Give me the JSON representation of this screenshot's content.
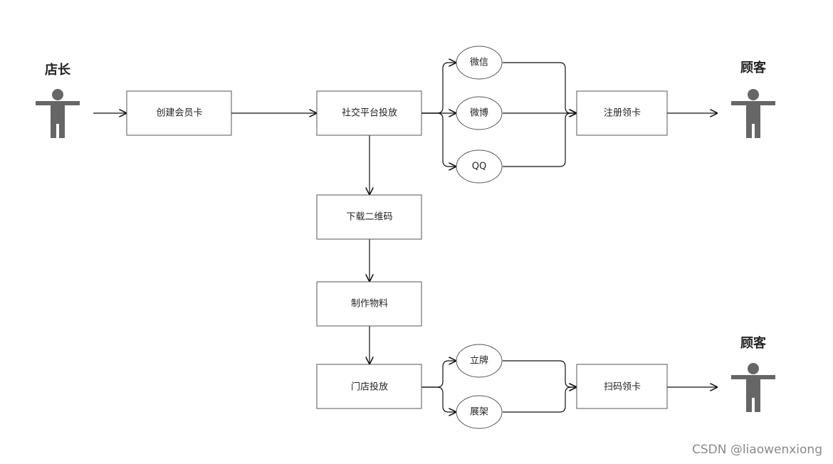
{
  "actors": {
    "owner": "店长",
    "customer_top": "顾客",
    "customer_bottom": "顾客"
  },
  "nodes": {
    "create_card": "创建会员卡",
    "social_post": "社交平台投放",
    "wechat": "微信",
    "weibo": "微博",
    "qq": "QQ",
    "register_card": "注册领卡",
    "download_qr": "下载二维码",
    "make_material": "制作物料",
    "store_post": "门店投放",
    "stand_sign": "立牌",
    "display_rack": "展架",
    "scan_card": "扫码领卡"
  },
  "watermark": "CSDN @liaowenxiong",
  "colors": {
    "actor": "#666666",
    "box_stroke": "#555555",
    "edge": "#111111"
  }
}
